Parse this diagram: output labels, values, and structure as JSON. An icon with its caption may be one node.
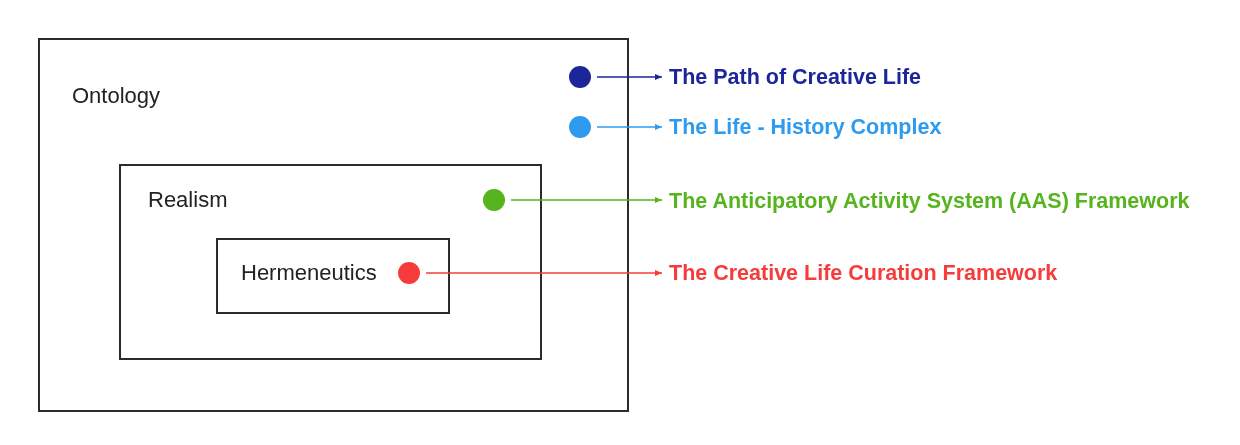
{
  "diagram": {
    "nodes": [
      {
        "text": [
          "Ontology"
        ]
      },
      {
        "text": [
          "Realism"
        ],
        "in": 0
      },
      {
        "text": [
          "Hermeneutics"
        ],
        "in": 1
      },
      {
        "text": [],
        "shape": "circle",
        "in": 0
      },
      {
        "text": [],
        "shape": "circle",
        "in": 0
      },
      {
        "text": [],
        "shape": "circle",
        "in": 1
      },
      {
        "text": [],
        "shape": "circle",
        "in": 2
      },
      {
        "text": [
          "The Path of Creative Life"
        ]
      },
      {
        "text": [
          "The Life - History Complex"
        ]
      },
      {
        "text": [
          "The Anticipatory Activity System (AAS) Framework"
        ]
      },
      {
        "text": [
          "The Creative Life Curation Framework"
        ]
      }
    ],
    "edges": [
      {
        "from": 3,
        "to": 7,
        "arrow": "to",
        "color": "#1c2599"
      },
      {
        "from": 4,
        "to": 8,
        "arrow": "to",
        "color": "#2e9bee"
      },
      {
        "from": 5,
        "to": 9,
        "arrow": "to",
        "color": "#56b41e"
      },
      {
        "from": 6,
        "to": 10,
        "arrow": "to",
        "color": "#f63c3a"
      }
    ]
  }
}
